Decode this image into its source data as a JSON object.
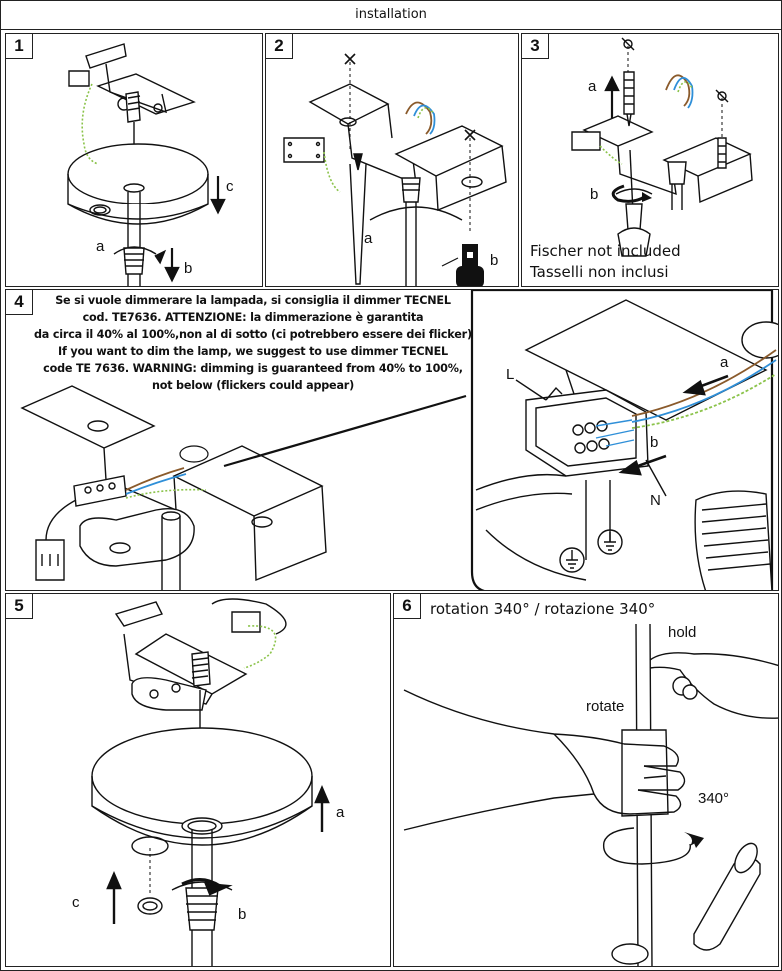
{
  "header": {
    "title": "installation"
  },
  "panels": {
    "p1": {
      "number": "1",
      "labels": {
        "a": "a",
        "b": "b",
        "c": "c"
      }
    },
    "p2": {
      "number": "2",
      "labels": {
        "a": "a",
        "b": "b"
      }
    },
    "p3": {
      "number": "3",
      "labels": {
        "a": "a",
        "b": "b"
      },
      "note_en": "Fischer not included",
      "note_it": "Tasselli non inclusi"
    },
    "p4": {
      "number": "4",
      "text_lines": [
        "Se si vuole dimmerare la lampada, si consiglia il dimmer TECNEL",
        "cod. TE7636. ATTENZIONE: la dimmerazione è garantita",
        "da circa il 40% al 100%,non al di sotto (ci potrebbero essere dei flicker) /",
        "If you want to dim the lamp, we suggest to use dimmer TECNEL",
        "code TE 7636. WARNING: dimming is guaranteed from 40% to 100%,",
        "not below (flickers could appear)"
      ],
      "labels": {
        "L": "L",
        "N": "N",
        "a": "a",
        "b": "b"
      }
    },
    "p5": {
      "number": "5",
      "labels": {
        "a": "a",
        "b": "b",
        "c": "c"
      }
    },
    "p6": {
      "number": "6",
      "caption": "rotation 340° / rotazione 340°",
      "labels": {
        "hold": "hold",
        "rotate": "rotate",
        "degrees": "340°"
      }
    }
  },
  "colors": {
    "brown": "#8a5a2b",
    "blue": "#2f8fd8",
    "green_yellow": "#8bc34a",
    "ink": "#111111"
  }
}
